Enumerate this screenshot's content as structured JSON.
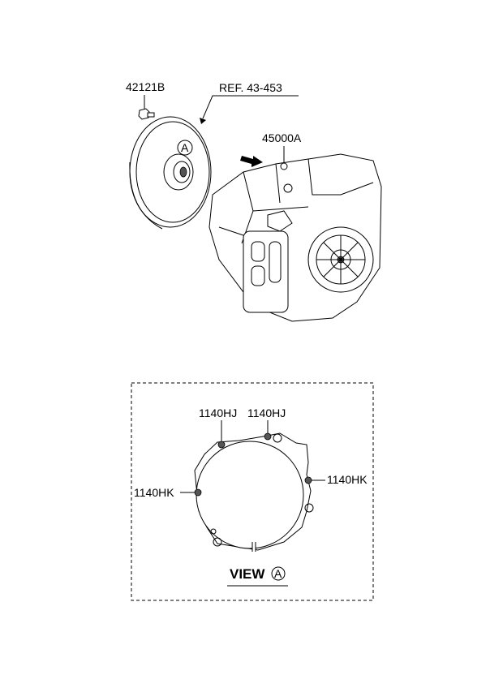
{
  "title": "Transmission assembly parts diagram",
  "labels": {
    "bolt": "42121B",
    "ref": "REF. 43-453",
    "transmission": "45000A",
    "view_marker": "A",
    "hj_left": "1140HJ",
    "hj_right": "1140HJ",
    "hk_right": "1140HK",
    "hk_left": "1140HK",
    "view_text": "VIEW",
    "view_letter": "A"
  }
}
